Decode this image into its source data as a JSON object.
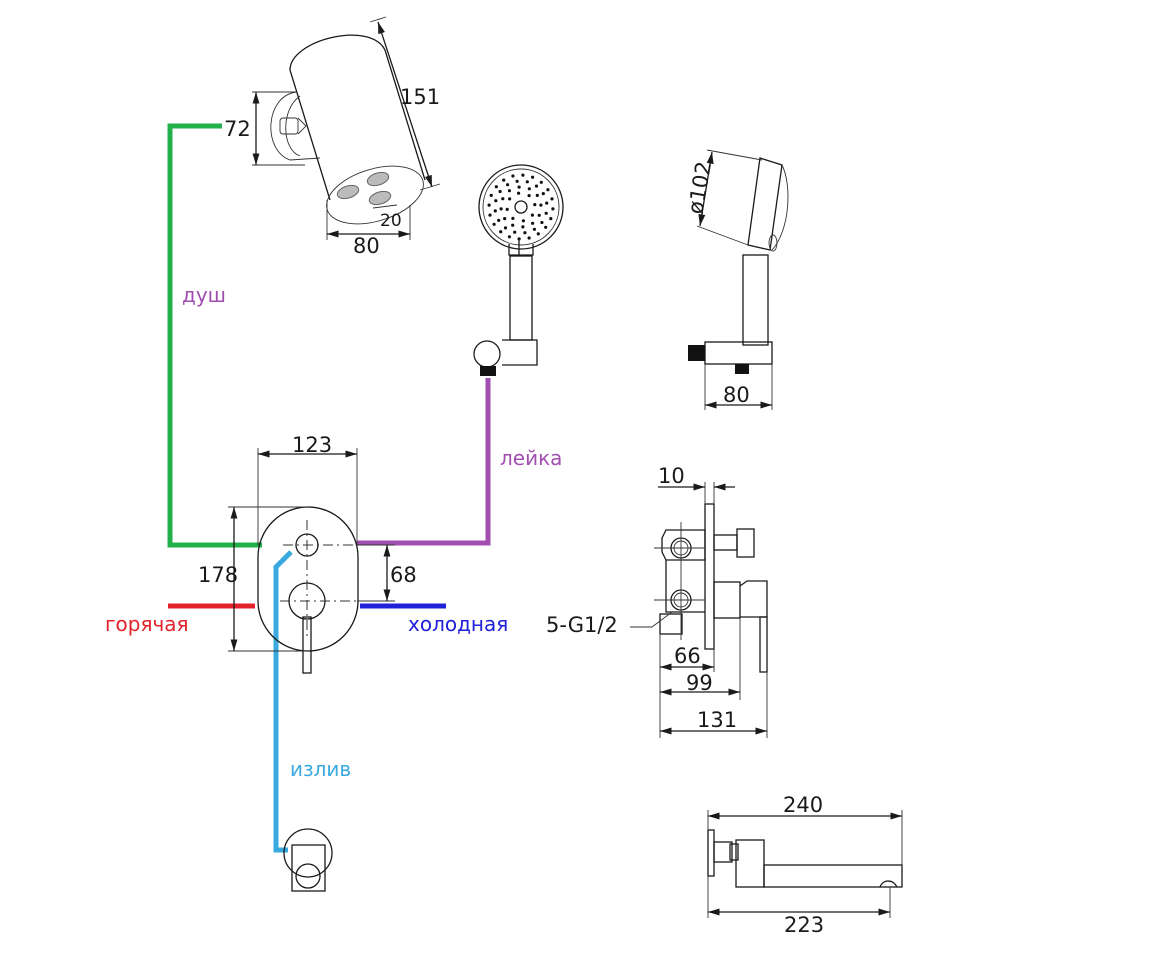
{
  "diagram": {
    "title": "Mixer installation diagram",
    "pipes": {
      "shower": {
        "label": "душ",
        "color": "#22b04b"
      },
      "hand_shower": {
        "label": "лейка",
        "color": "#a04fb0"
      },
      "spout": {
        "label": "излив",
        "color": "#3aa9e0"
      },
      "hot": {
        "label": "горячая",
        "color": "#e3232c"
      },
      "cold": {
        "label": "холодная",
        "color": "#2020d8"
      }
    },
    "overhead_shower": {
      "dims": {
        "length": "151",
        "mount_height": "72",
        "width": "80",
        "nozzle_spacing": "20"
      }
    },
    "hand_shower_front": {},
    "hand_shower_side": {
      "dims": {
        "diameter": "ø102",
        "depth": "80"
      }
    },
    "mixer_front": {
      "dims": {
        "width": "123",
        "height": "178",
        "axis_spacing": "68"
      }
    },
    "mixer_side": {
      "dims": {
        "plate": "10",
        "d66": "66",
        "d99": "99",
        "d131": "131"
      },
      "thread_callout": "5-G1/2"
    },
    "spout_side": {
      "dims": {
        "total": "240",
        "outlet": "223"
      }
    }
  }
}
